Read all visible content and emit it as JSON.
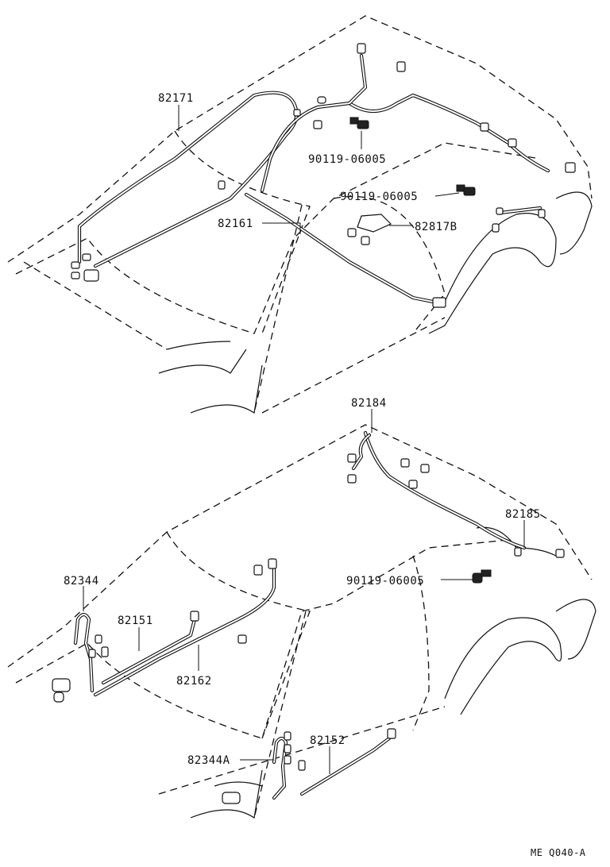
{
  "labels": {
    "top_harness_roof": "82171",
    "top_bolt_1": "90119-06005",
    "top_bolt_2": "90119-06005",
    "top_harness_floor": "82161",
    "top_label": "82817B",
    "bottom_harness_rear": "82184",
    "bottom_harness_quarter": "82185",
    "bottom_bolt": "90119-06005",
    "bottom_door_front": "82344",
    "bottom_harness_front_door": "82151",
    "bottom_harness_cowl": "82162",
    "bottom_door_rear": "82344A",
    "bottom_harness_rear_door": "82152"
  },
  "footer": {
    "figure_code": "ME Q040-A"
  }
}
